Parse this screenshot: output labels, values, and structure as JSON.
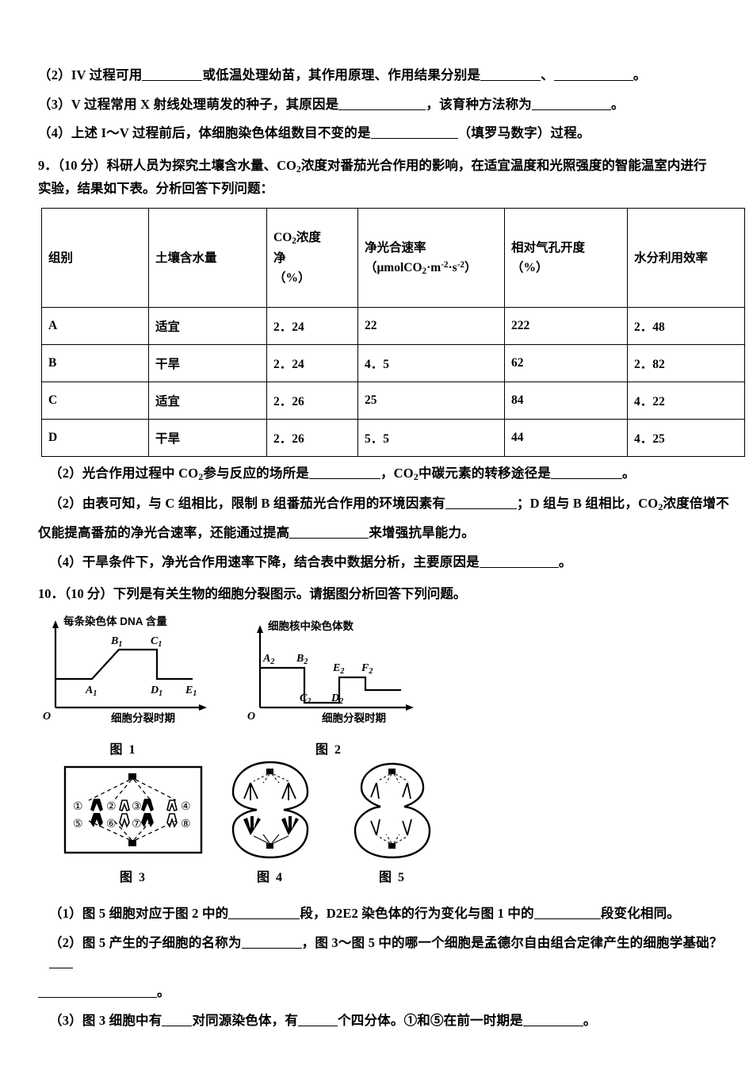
{
  "top_questions": [
    {
      "id": "q8-2",
      "label": "（2）",
      "parts": [
        "IV 过程可用",
        "或低温处理幼苗，其作用原理、作用结果分别是",
        "、",
        "。"
      ]
    },
    {
      "id": "q8-3",
      "label": "（3）",
      "parts": [
        "V 过程常用 X 射线处理萌发的种子，其原因是",
        "，该育种方法称为",
        "。"
      ]
    },
    {
      "id": "q8-4",
      "label": "（4）",
      "parts": [
        "上述 I～V 过程前后，体细胞染色体组数目不变的是",
        "（填罗马数字）过程。"
      ]
    }
  ],
  "question9": {
    "number": "9．",
    "score": "（10 分）",
    "stem_line1": "科研人员为探究土壤含水量、CO",
    "stem_line1b": "浓度对番茄光合作用的影响，在适宜温度和光照强度的智能温室内进行",
    "stem_line2": "实验，结果如下表。分析回答下列问题："
  },
  "table": {
    "headers": [
      {
        "main": "组别",
        "lines": [
          "组别"
        ]
      },
      {
        "main": "土壤含水量",
        "lines": [
          "土壤含水量"
        ]
      },
      {
        "main": "CO2浓度",
        "lines": [
          "CO₂浓度",
          "净",
          "（%）"
        ]
      },
      {
        "main": "净光合速率",
        "lines": [
          "净光合速率",
          "（μmolCO₂·m⁻²·s⁻²）"
        ]
      },
      {
        "main": "相对气孔开度",
        "lines": [
          "相对气孔开度",
          "（%）"
        ]
      },
      {
        "main": "水分利用效率",
        "lines": [
          "水分利用效率"
        ]
      }
    ],
    "header_cells": {
      "group": "组别",
      "soil_water": "土壤含水量",
      "co2_l1": "CO",
      "co2_sub": "2",
      "co2_l1b": "浓度",
      "co2_l2": "净",
      "co2_l3": "（%）",
      "net_photo_l1": "净光合速率",
      "net_photo_unit_pre": "（μmolCO",
      "net_photo_unit_sub": "2",
      "net_photo_unit_mid": "·m",
      "net_photo_unit_sup1": "-2",
      "net_photo_unit_mid2": "·s",
      "net_photo_unit_sup2": "-2",
      "net_photo_unit_end": "）",
      "stomata_l1": "相对气孔开度",
      "stomata_l2": "（%）",
      "wue": "水分利用效率"
    },
    "rows": [
      {
        "group": "A",
        "soil": "适宜",
        "co2": "2．24",
        "net": "22",
        "stomata": "222",
        "wue": "2．48"
      },
      {
        "group": "B",
        "soil": "干旱",
        "co2": "2．24",
        "net": "4．5",
        "stomata": "62",
        "wue": "2．82"
      },
      {
        "group": "C",
        "soil": "适宜",
        "co2": "2．26",
        "net": "25",
        "stomata": "84",
        "wue": "4．22"
      },
      {
        "group": "D",
        "soil": "干旱",
        "co2": "2．26",
        "net": "5．5",
        "stomata": "44",
        "wue": "4．25"
      }
    ]
  },
  "question9_subs": {
    "s2a_label": "（2）",
    "s2a_p1": "光合作用过程中 CO",
    "s2a_sub1": "2",
    "s2a_p2": "参与反应的场所是",
    "s2a_p3": "，CO",
    "s2a_sub2": "2",
    "s2a_p4": "中碳元素的转移途径是",
    "s2a_p5": "。",
    "s2b_label": "（2）",
    "s2b_p1": "由表可知，与 C 组相比，限制 B 组番茄光合作用的环境因素有",
    "s2b_p2": "；D 组与 B 组相比，CO",
    "s2b_sub": "2",
    "s2b_p3": "浓度倍增不",
    "s2b_line2_p1": "仅能提高番茄的净光合速率，还能通过提高",
    "s2b_line2_p2": "来增强抗旱能力。",
    "s4_label": "（4）",
    "s4_p1": "干旱条件下，净光合作用速率下降，结合表中数据分析，主要原因是",
    "s4_p2": "。"
  },
  "question10": {
    "number": "10．",
    "score": "（10 分）",
    "stem": "下列是有关生物的细胞分裂图示。请据图分析回答下列问题。"
  },
  "graph1": {
    "y_axis_label": "每条染色体 DNA 含量",
    "x_axis_label": "细胞分裂时期",
    "origin": "O",
    "points": [
      "A",
      "B",
      "C",
      "D",
      "E"
    ],
    "point_subscript": "1",
    "caption": "图 1"
  },
  "graph2": {
    "y_axis_label": "细胞核中染色体数",
    "x_axis_label": "细胞分裂时期",
    "origin": "O",
    "points": [
      "A",
      "B",
      "C",
      "D",
      "E",
      "F"
    ],
    "point_subscript": "2",
    "caption": "图 2"
  },
  "cell_figures": {
    "fig3": {
      "caption": "图 3",
      "chromosome_labels": [
        "①",
        "②",
        "③",
        "④",
        "⑤",
        "⑥",
        "⑦",
        "⑧"
      ]
    },
    "fig4": {
      "caption": "图 4"
    },
    "fig5": {
      "caption": "图 5"
    }
  },
  "question10_subs": {
    "s1_label": "（1）",
    "s1_p1": "图 5 细胞对应于图 2 中的",
    "s1_p2": "段，D2E2 染色体的行为变化与图 1 中的",
    "s1_p3": "段变化相同。",
    "s2_label": "（2）",
    "s2_p1": "图 5 产生的子细胞的名称为",
    "s2_p2": "，图 3～图 5 中的哪一个细胞是孟德尔自由组合定律产生的细胞学基础？",
    "s2_line2": "。",
    "s3_label": "（3）",
    "s3_p1": "图 3 细胞中有",
    "s3_p2": "对同源染色体，有",
    "s3_p3": "个四分体。①和⑤在前一时期是",
    "s3_p4": "。"
  }
}
